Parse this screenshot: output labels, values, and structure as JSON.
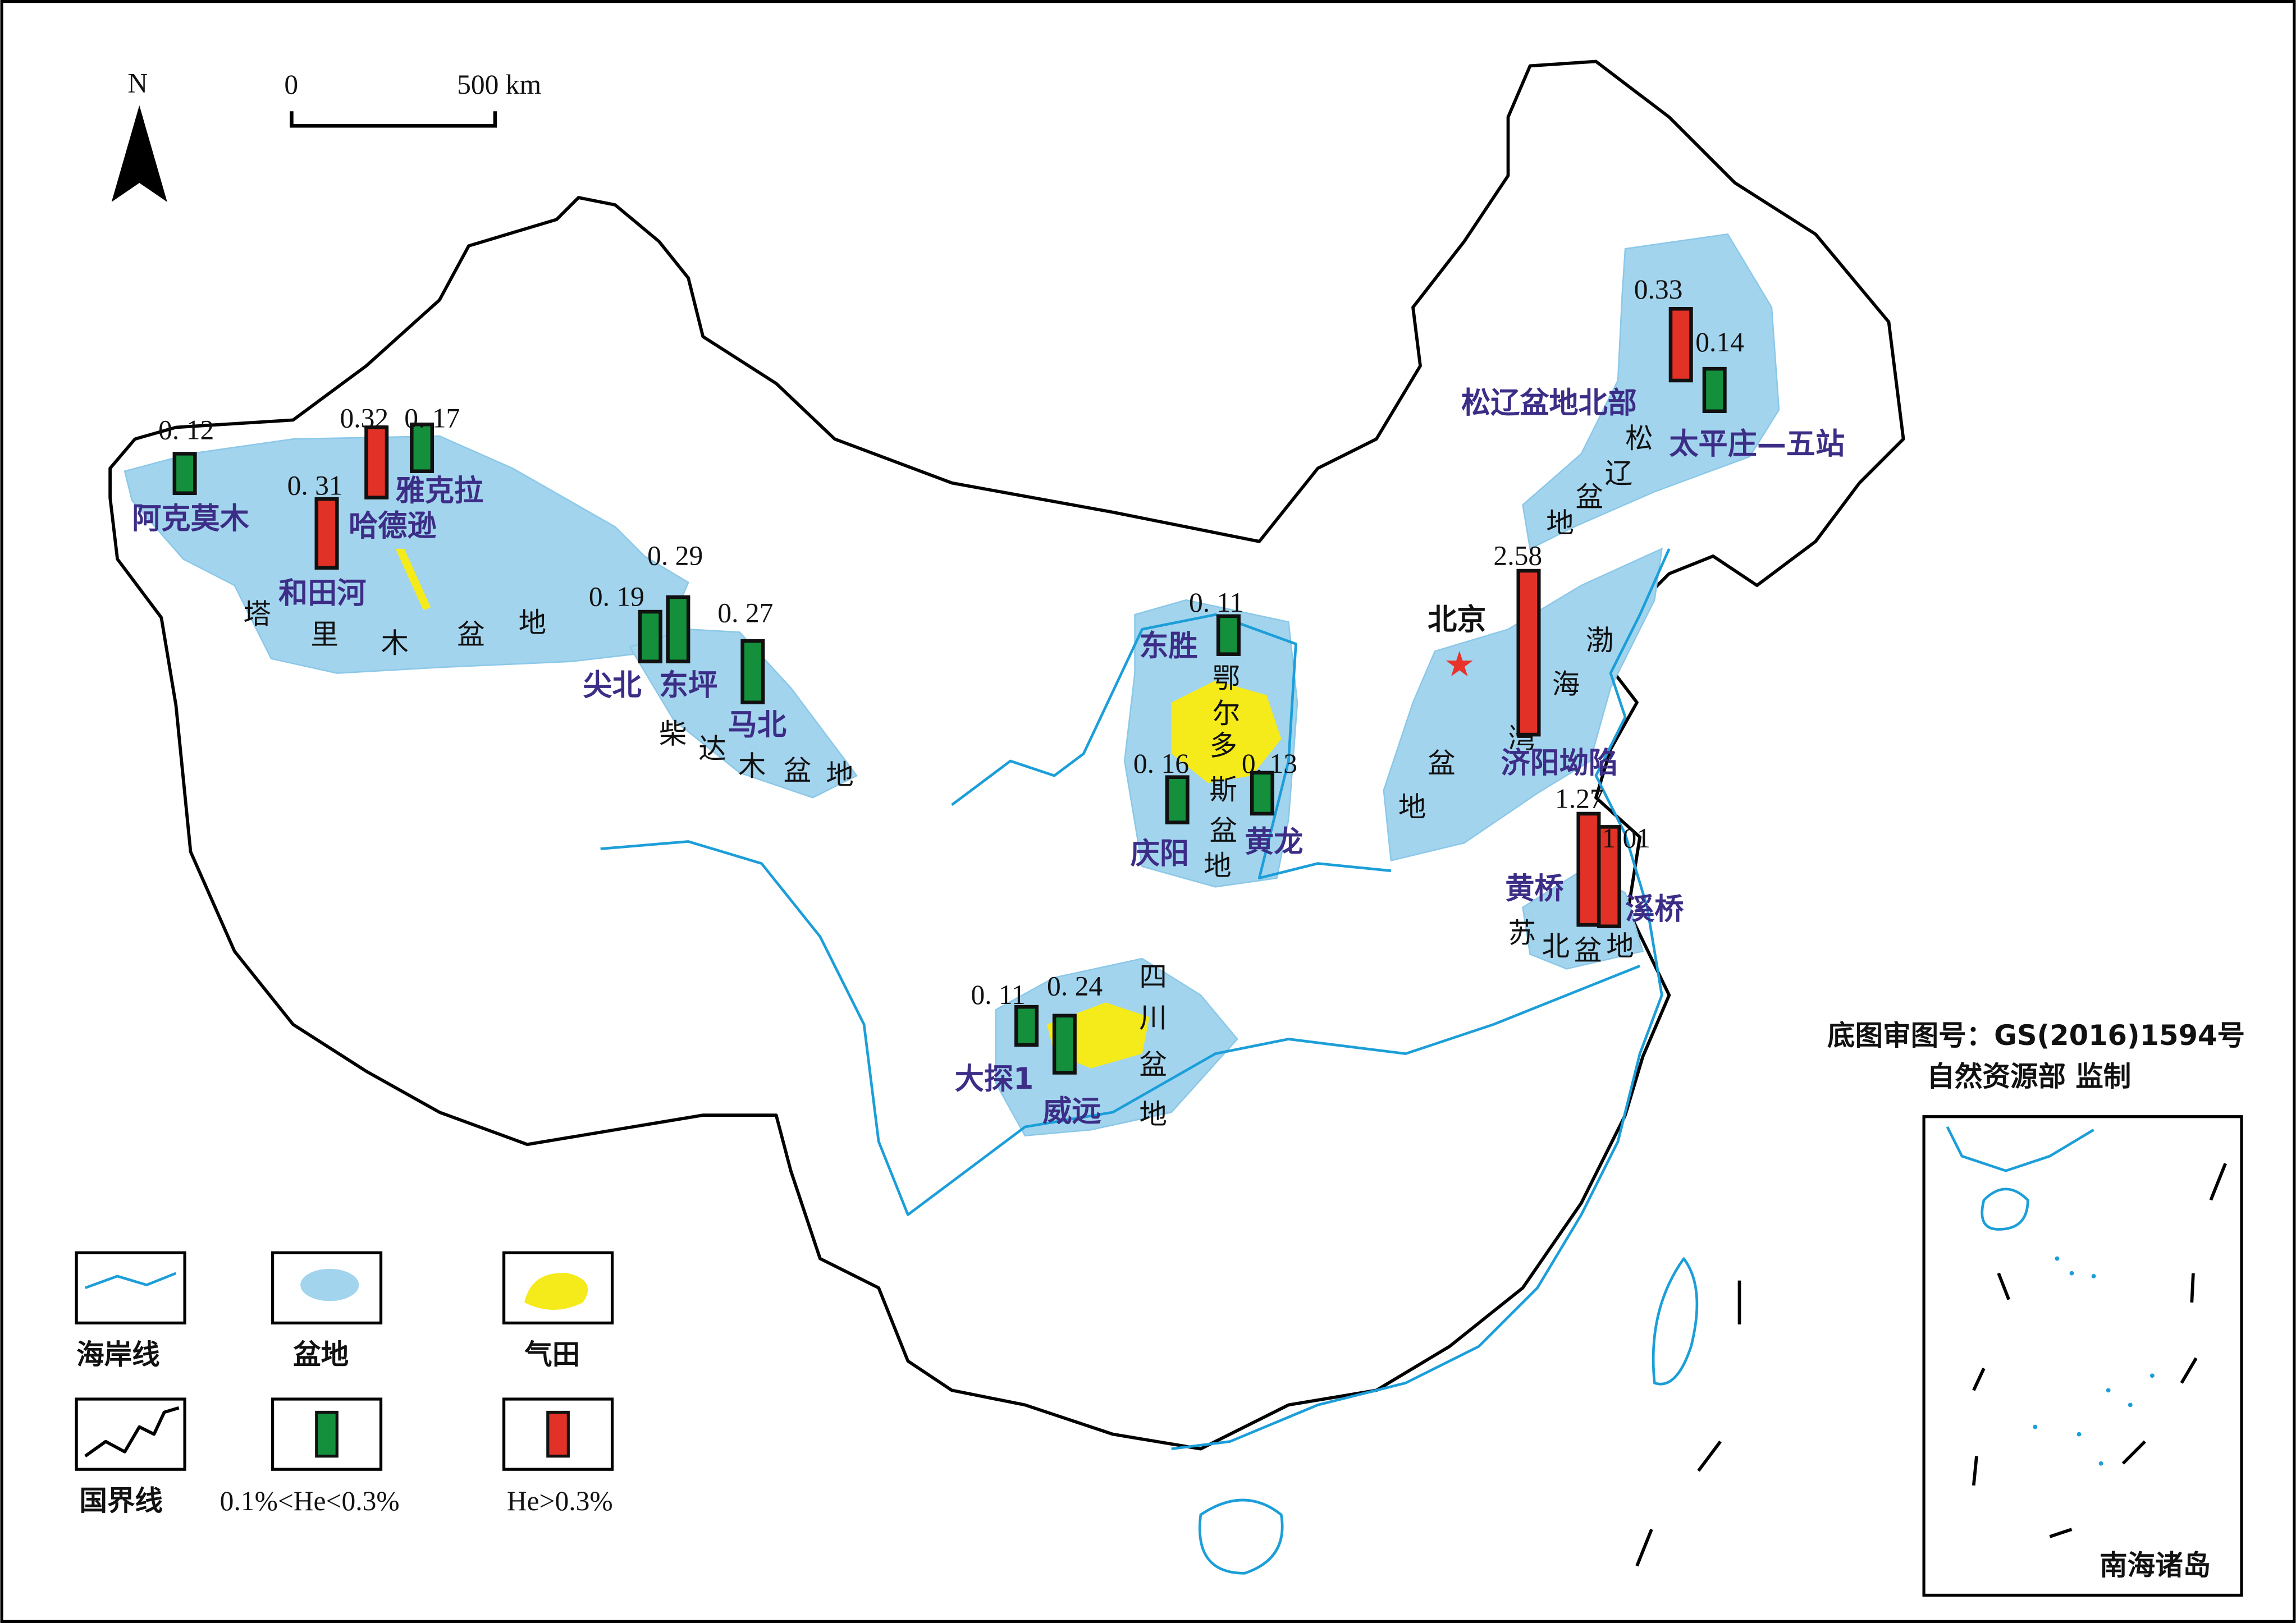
{
  "north_label": "N",
  "scale": {
    "start": "0",
    "end": "500 km"
  },
  "capital": {
    "name": "北京",
    "color": "#e8332a"
  },
  "colors": {
    "green": "#14903c",
    "red": "#e23127",
    "basin": "#a3d4ee",
    "river": "#1c9ed8",
    "gas": "#f5ea1a",
    "site_text": "#3c2d86"
  },
  "basins": {
    "tarim": [
      "塔",
      "里",
      "木",
      "盆",
      "地"
    ],
    "qaidam": [
      "柴",
      "达",
      "木",
      "盆",
      "地"
    ],
    "ordos": [
      "鄂",
      "尔",
      "多",
      "斯",
      "盆",
      "地"
    ],
    "songliao": [
      "松",
      "辽",
      "盆",
      "地"
    ],
    "bohai": [
      "渤",
      "海",
      "湾",
      "盆",
      "地"
    ],
    "subei": [
      "苏",
      "北",
      "盆",
      "地"
    ],
    "sichuan": [
      "四",
      "川",
      "盆",
      "地"
    ]
  },
  "sites": [
    {
      "name": "阿克莫木",
      "value": "0. 12",
      "he": 0.12,
      "class": "green"
    },
    {
      "name": "哈德逊",
      "value": "0.32",
      "he": 0.32,
      "class": "red"
    },
    {
      "name": "雅克拉",
      "value": "0. 17",
      "he": 0.17,
      "class": "green"
    },
    {
      "name": "和田河",
      "value": "0. 31",
      "he": 0.31,
      "class": "red"
    },
    {
      "name": "尖北",
      "value": "0. 19",
      "he": 0.19,
      "class": "green"
    },
    {
      "name": "东坪",
      "value": "0. 29",
      "he": 0.29,
      "class": "green"
    },
    {
      "name": "马北",
      "value": "0. 27",
      "he": 0.27,
      "class": "green"
    },
    {
      "name": "东胜",
      "value": "0. 11",
      "he": 0.11,
      "class": "green"
    },
    {
      "name": "庆阳",
      "value": "0. 16",
      "he": 0.16,
      "class": "green"
    },
    {
      "name": "黄龙",
      "value": "0. 13",
      "he": 0.13,
      "class": "green"
    },
    {
      "name": "松辽盆地北部",
      "value": "0.33",
      "he": 0.33,
      "class": "red"
    },
    {
      "name": "太平庄—五站",
      "value": "0.14",
      "he": 0.14,
      "class": "green"
    },
    {
      "name": "济阳坳陷",
      "value": "2.58",
      "he": 2.58,
      "class": "red"
    },
    {
      "name": "黄桥",
      "value": "1.27",
      "he": 1.27,
      "class": "red"
    },
    {
      "name": "溪桥",
      "value": "1.01",
      "he": 1.01,
      "class": "red"
    },
    {
      "name": "大探1",
      "value": "0. 11",
      "he": 0.11,
      "class": "green"
    },
    {
      "name": "威远",
      "value": "0. 24",
      "he": 0.24,
      "class": "green"
    }
  ],
  "legend": {
    "coastline": "海岸线",
    "basin": "盆地",
    "gasfield": "气田",
    "border": "国界线",
    "green_range": "0.1%<He<0.3%",
    "red_range": "He>0.3%"
  },
  "map_approval": {
    "line1": "底图审图号：GS(2016)1594号",
    "line2": "自然资源部 监制"
  },
  "inset_label": "南海诸岛"
}
